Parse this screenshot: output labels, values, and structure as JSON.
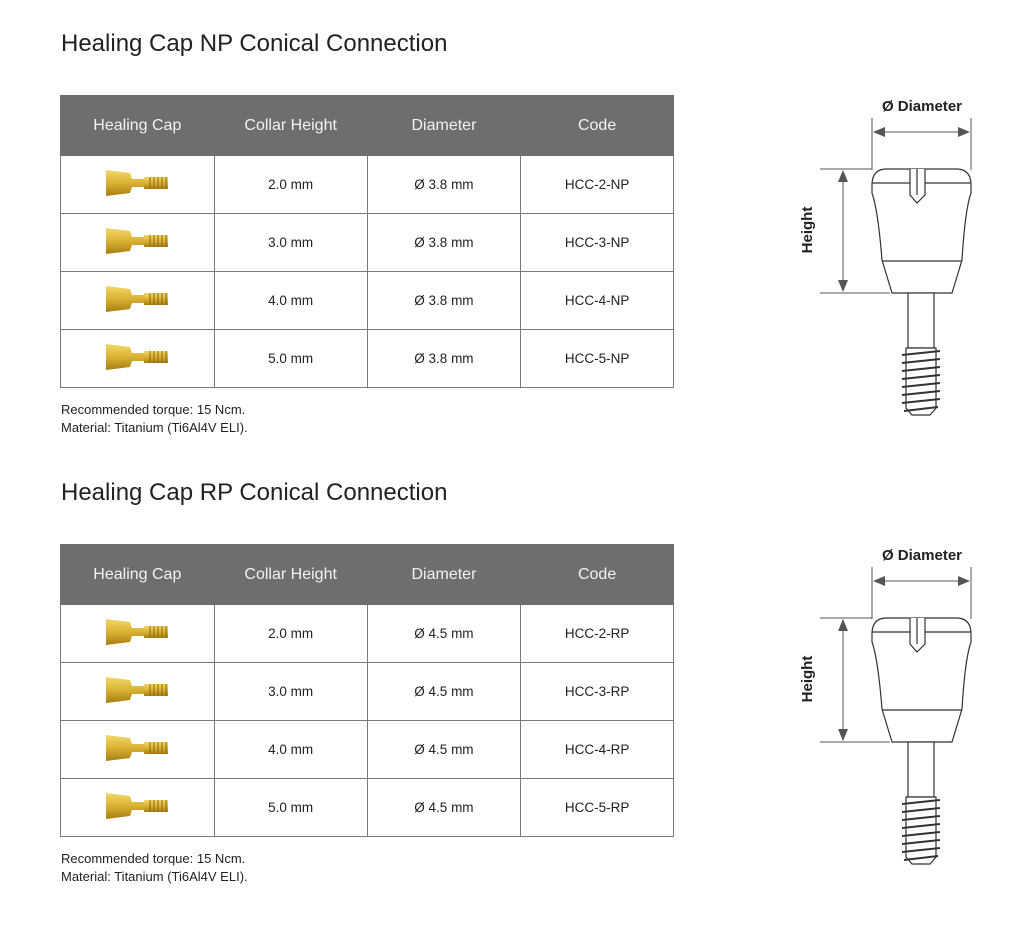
{
  "columns": [
    "Healing Cap",
    "Collar Height",
    "Diameter",
    "Code"
  ],
  "sections": [
    {
      "title": "Healing Cap NP Conical Connection",
      "rows": [
        {
          "collar_height": "2.0 mm",
          "diameter": "Ø 3.8 mm",
          "code": "HCC-2-NP"
        },
        {
          "collar_height": "3.0 mm",
          "diameter": "Ø 3.8 mm",
          "code": "HCC-3-NP"
        },
        {
          "collar_height": "4.0 mm",
          "diameter": "Ø 3.8 mm",
          "code": "HCC-4-NP"
        },
        {
          "collar_height": "5.0 mm",
          "diameter": "Ø 3.8 mm",
          "code": "HCC-5-NP"
        }
      ],
      "torque": "Recommended torque: 15 Ncm.",
      "material": "Material: Titanium (Ti6Al4V ELI).",
      "diagram": {
        "diameter_label": "Ø Diameter",
        "height_label": "Height"
      }
    },
    {
      "title": "Healing Cap RP Conical Connection",
      "rows": [
        {
          "collar_height": "2.0 mm",
          "diameter": "Ø 4.5 mm",
          "code": "HCC-2-RP"
        },
        {
          "collar_height": "3.0 mm",
          "diameter": "Ø 4.5 mm",
          "code": "HCC-3-RP"
        },
        {
          "collar_height": "4.0 mm",
          "diameter": "Ø 4.5 mm",
          "code": "HCC-4-RP"
        },
        {
          "collar_height": "5.0 mm",
          "diameter": "Ø 4.5 mm",
          "code": "HCC-5-RP"
        }
      ],
      "torque": "Recommended torque: 15 Ncm.",
      "material": "Material: Titanium (Ti6Al4V ELI).",
      "diagram": {
        "diameter_label": "Ø Diameter",
        "height_label": "Height"
      }
    }
  ],
  "colors": {
    "header_bg": "#6e6e6e",
    "cap_gold": "#d9b233"
  }
}
